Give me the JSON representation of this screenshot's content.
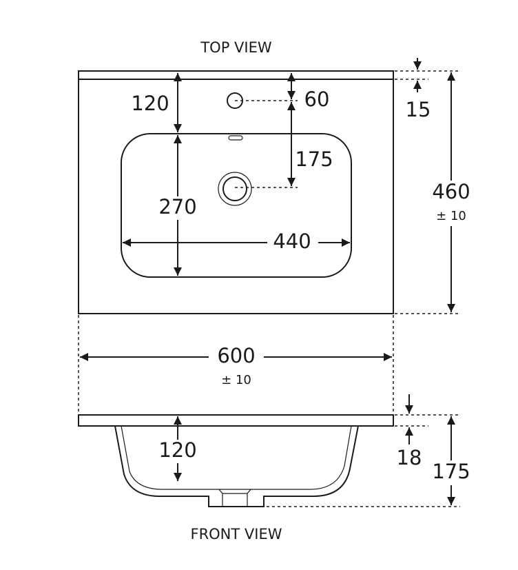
{
  "titles": {
    "top": "TOP VIEW",
    "front": "FRONT VIEW"
  },
  "top_view": {
    "tap_offset": "120",
    "tap_from_back": "60",
    "waste_from_tap": "175",
    "bowl_depth": "270",
    "bowl_width": "440",
    "lip_thickness": "15",
    "depth": "460",
    "depth_tolerance": "± 10",
    "width": "600",
    "width_tolerance": "± 10"
  },
  "front_view": {
    "bowl_height": "120",
    "top_thickness": "18",
    "total_height": "175"
  }
}
